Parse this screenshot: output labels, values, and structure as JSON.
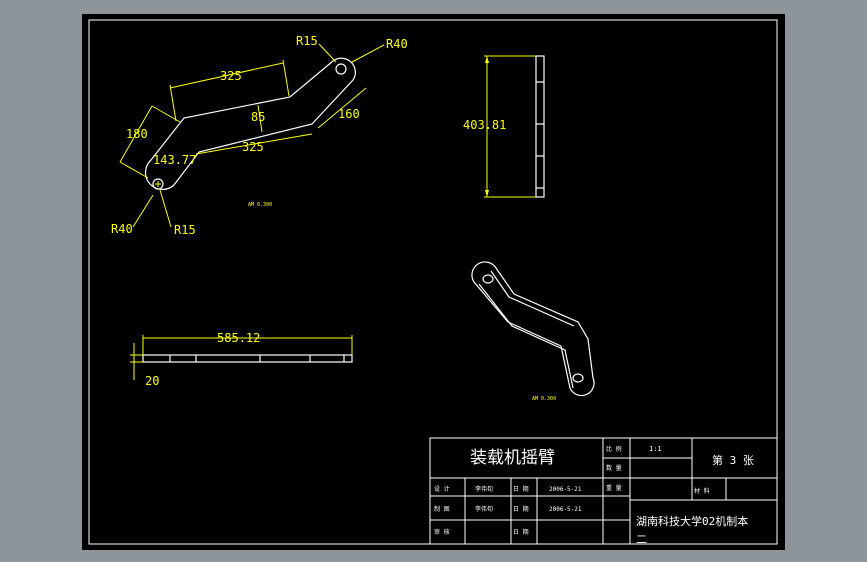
{
  "colors": {
    "workspace": "#8d959b",
    "sheet": "#000000",
    "outline": "#ffffff",
    "dimension": "#ffff00"
  },
  "view_top": {
    "dims": {
      "r15_top": "R15",
      "r40_top": "R40",
      "len_upper": "325",
      "thickness": "85",
      "right_seg": "160",
      "left_seg": "180",
      "diag": "143.77",
      "len_lower": "325",
      "r40_bottom": "R40",
      "r15_bottom": "R15"
    },
    "scale_note": "AM 0.300"
  },
  "view_side": {
    "height_dim": "403.81"
  },
  "view_bottom": {
    "length_dim": "585.12",
    "thickness_dim": "20"
  },
  "view_iso": {
    "scale_note": "AM 0.300"
  },
  "title_block": {
    "title": "装载机摇臂",
    "scale_label": "比 例",
    "scale_value": "1:1",
    "qty_label": "数 量",
    "weight_label": "重 量",
    "sheet_no": "第 3 张",
    "material_label": "材 料",
    "design_label": "设 计",
    "draw_label": "制 图",
    "review_label": "审 核",
    "designer": "李伟旬",
    "drafter": "李伟旬",
    "date_label_1": "日 期",
    "date_label_2": "日 期",
    "date_label_3": "日 期",
    "date_1": "2006-5-21",
    "date_2": "2006-5-21",
    "school": "湖南科技大学02机制本",
    "school_line2": "二"
  }
}
